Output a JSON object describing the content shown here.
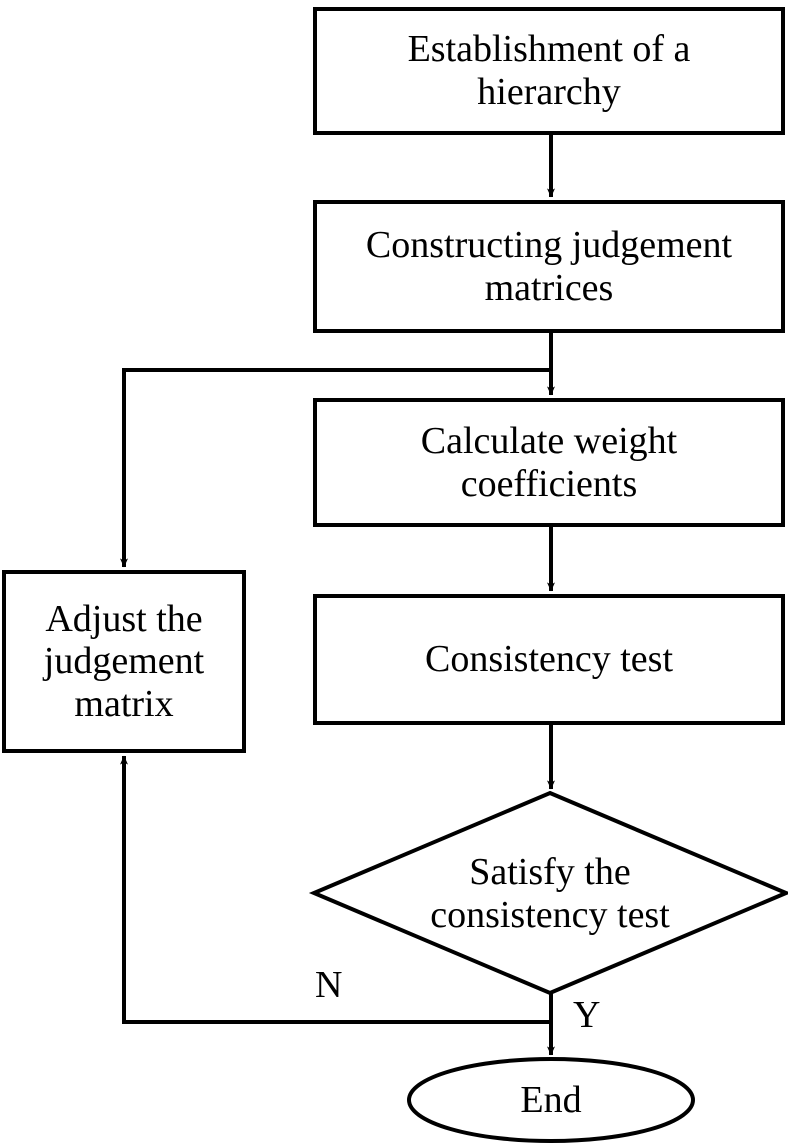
{
  "diagram": {
    "title": "AHP analytic hierarchy process flowchart",
    "background_color": "#ffffff",
    "stroke_color": "#000000",
    "text_color": "#000000",
    "nodes": [
      {
        "id": "establishment",
        "shape": "rectangle",
        "label": "Establishment of a\nhierarchy"
      },
      {
        "id": "constructing",
        "shape": "rectangle",
        "label": "Constructing judgement\nmatrices"
      },
      {
        "id": "calculate",
        "shape": "rectangle",
        "label": "Calculate weight\ncoefficients"
      },
      {
        "id": "consistency",
        "shape": "rectangle",
        "label": "Consistency test"
      },
      {
        "id": "adjust",
        "shape": "rectangle",
        "label": "Adjust the\njudgement\nmatrix"
      },
      {
        "id": "decision",
        "shape": "diamond",
        "label": "Satisfy the\nconsistency test"
      },
      {
        "id": "end",
        "shape": "ellipse",
        "label": "End"
      }
    ],
    "edge_labels": {
      "no": "N",
      "yes": "Y"
    }
  }
}
